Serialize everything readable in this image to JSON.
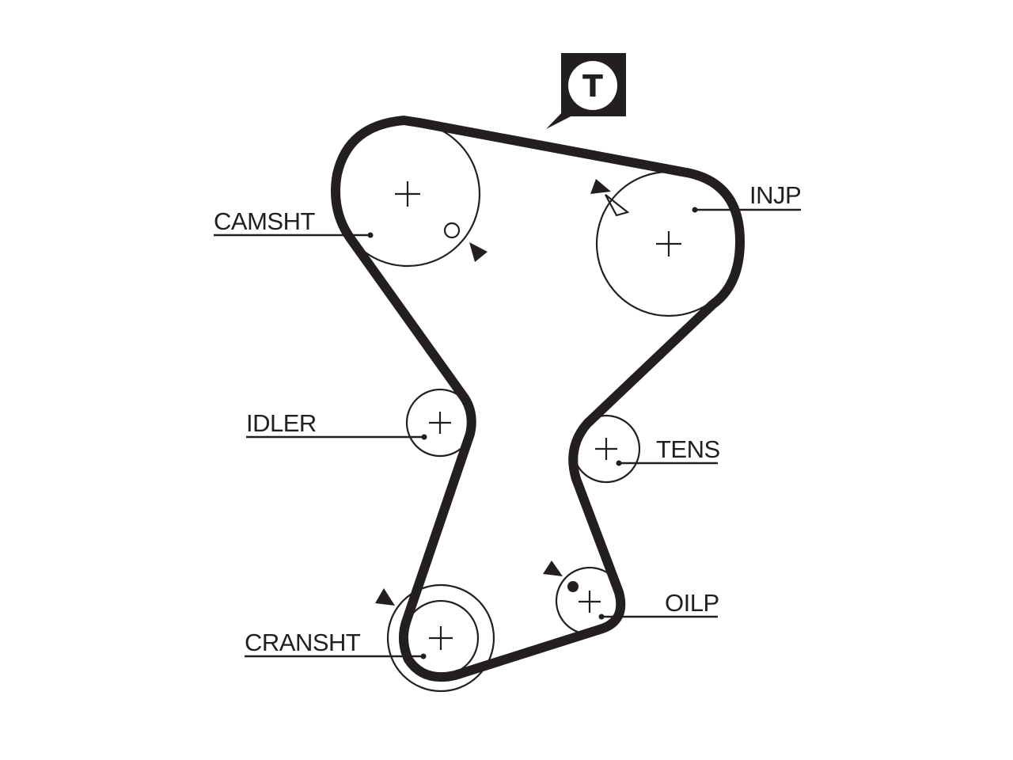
{
  "badge": {
    "letter": "T"
  },
  "labels": {
    "camshaft": "CAMSHT",
    "injection_pump": "INJP",
    "idler": "IDLER",
    "tensioner": "TENS",
    "oil_pump": "OILP",
    "crankshaft": "CRANSHT"
  },
  "colors": {
    "ink": "#231f20",
    "background": "#ffffff"
  },
  "icons": {
    "center_mark": "plus",
    "timing_mark": "triangle-arrow",
    "badge": "tensioner-T-badge"
  }
}
